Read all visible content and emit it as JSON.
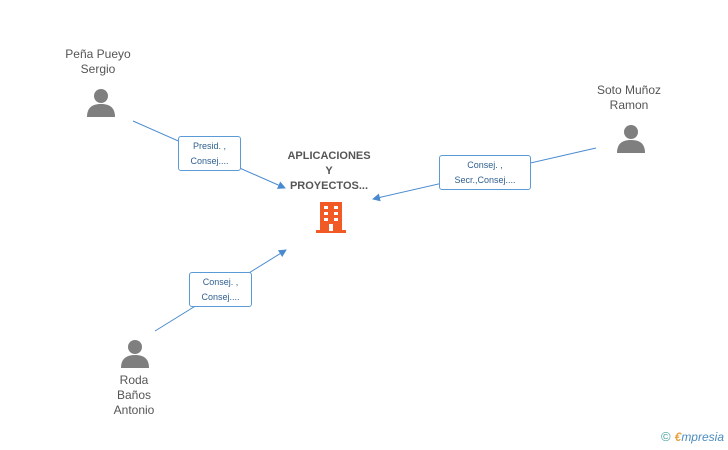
{
  "company": {
    "name": "APLICACIONES\nY\nPROYECTOS...",
    "icon": "building-icon",
    "color": "#f15a24"
  },
  "people": [
    {
      "name": "Peña Pueyo\nSergio",
      "icon": "person-icon",
      "roles": [
        "Presid. ,",
        "Consej...."
      ]
    },
    {
      "name": "Soto Muñoz\nRamon",
      "icon": "person-icon",
      "roles": [
        "Consej. ,",
        "Secr.,Consej...."
      ]
    },
    {
      "name": "Roda\nBaños\nAntonio",
      "icon": "person-icon",
      "roles": [
        "Consej. ,",
        "Consej...."
      ]
    }
  ],
  "colors": {
    "edge": "#4a8bd0",
    "person": "#7f7f7f",
    "text": "#555555"
  },
  "footer": {
    "copyright": "©",
    "brand_e": "€",
    "brand_rest": "mpresia"
  }
}
